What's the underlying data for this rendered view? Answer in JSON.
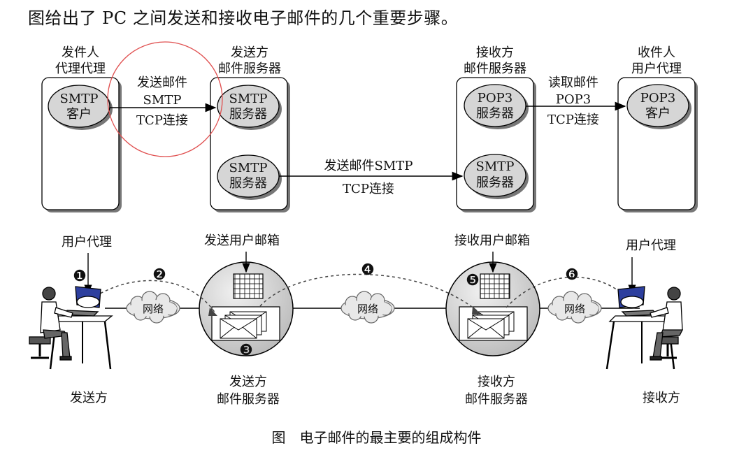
{
  "intro": "图给出了 PC 之间发送和接收电子邮件的几个重要步骤。",
  "caption": "图　电子邮件的最主要的组成构件",
  "top": {
    "sender_agent": [
      "发件人",
      "代理代理"
    ],
    "sender_server": [
      "发送方",
      "邮件服务器"
    ],
    "receiver_server": [
      "接收方",
      "邮件服务器"
    ],
    "receiver_agent": [
      "收件人",
      "用户代理"
    ],
    "smtp_client": [
      "SMTP",
      "客户"
    ],
    "smtp_server": [
      "SMTP",
      "服务器"
    ],
    "smtp_relay": [
      "SMTP",
      "服务器"
    ],
    "pop3_server": [
      "POP3",
      "服务器"
    ],
    "smtp_server_recv": [
      "SMTP",
      "服务器"
    ],
    "pop3_client": [
      "POP3",
      "客户"
    ],
    "arrow1": [
      "发送邮件",
      "SMTP",
      "TCP连接"
    ],
    "arrow2": [
      "发送邮件SMTP",
      "TCP连接"
    ],
    "arrow3": [
      "读取邮件",
      "POP3",
      "TCP连接"
    ]
  },
  "bottom": {
    "ua_left": "用户代理",
    "ua_right": "用户代理",
    "send_mailbox": "发送用户邮箱",
    "recv_mailbox": "接收用户邮箱",
    "network": "网络",
    "sender": "发送方",
    "receiver": "接收方",
    "sender_server": [
      "发送方",
      "邮件服务器"
    ],
    "receiver_server": [
      "接收方",
      "邮件服务器"
    ],
    "steps": [
      "❶",
      "❷",
      "❸",
      "❹",
      "❺",
      "❻"
    ]
  }
}
